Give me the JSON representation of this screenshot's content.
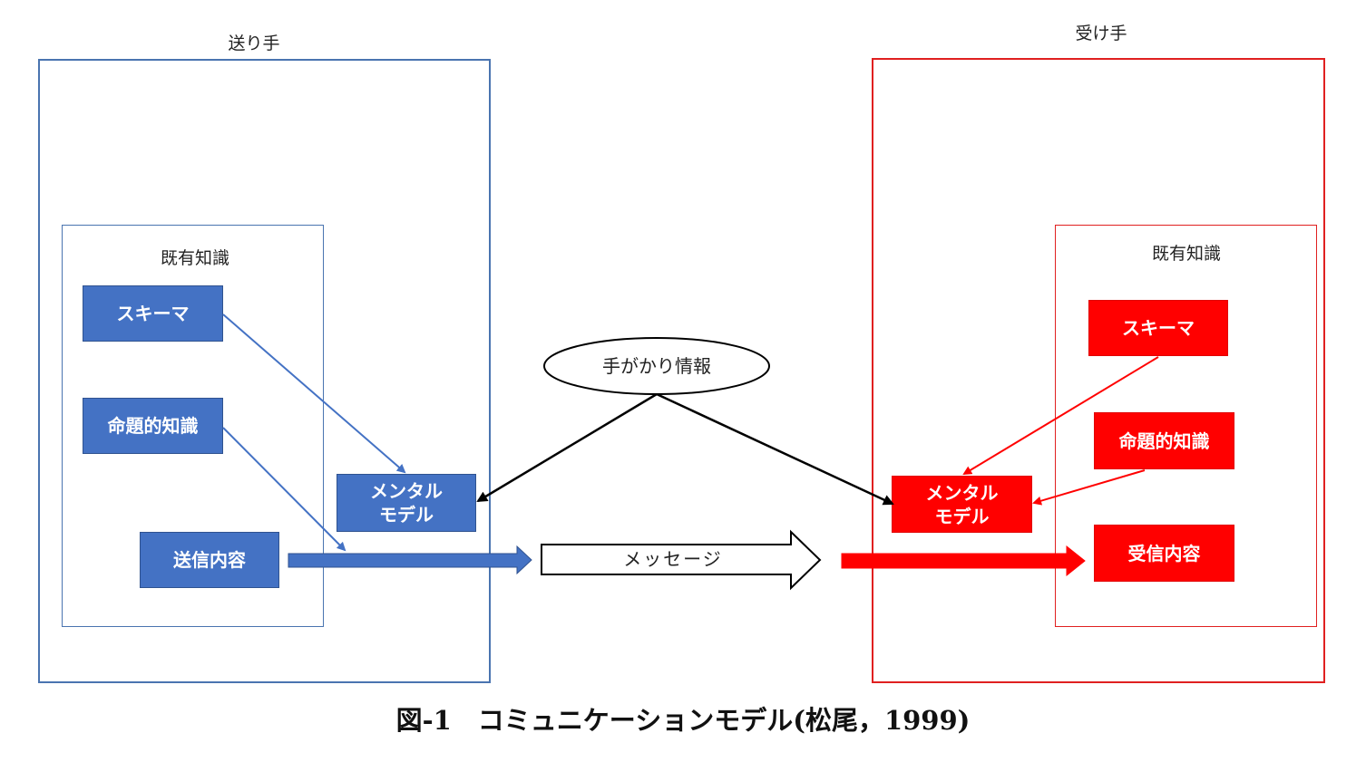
{
  "sender": {
    "title": "送り手",
    "knowledge_title": "既有知識",
    "schema": "スキーマ",
    "propositional": "命題的知識",
    "content": "送信内容",
    "mental_model": [
      "メンタル",
      "モデル"
    ]
  },
  "receiver": {
    "title": "受け手",
    "knowledge_title": "既有知識",
    "schema": "スキーマ",
    "propositional": "命題的知識",
    "content": "受信内容",
    "mental_model": [
      "メンタル",
      "モデル"
    ]
  },
  "cue": "手がかり情報",
  "message": "メッセージ",
  "caption": "図-1　コミュニケーションモデル(松尾，1999)",
  "colors": {
    "blue": "#4472c4",
    "red": "#ff0000",
    "black": "#000000"
  }
}
